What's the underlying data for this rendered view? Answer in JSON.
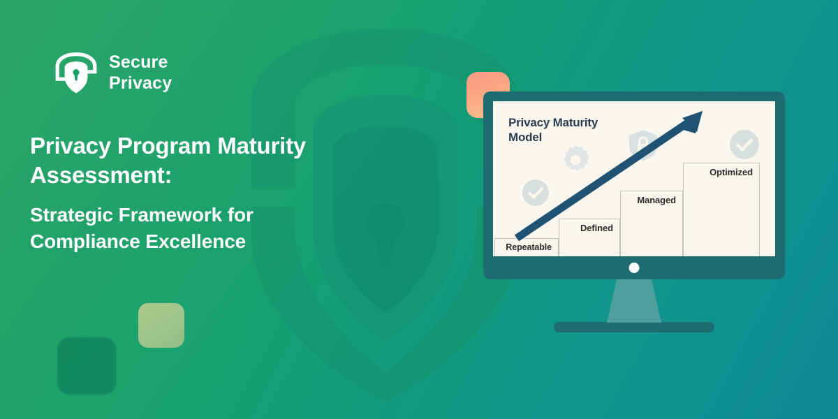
{
  "brand": {
    "logo_icon": "shield-keyhole-icon",
    "name_line1": "Secure",
    "name_line2": "Privacy"
  },
  "headline": {
    "title": "Privacy Program Maturity Assessment:",
    "subtitle": "Strategic Framework for Compliance Excellence"
  },
  "device": {
    "type": "desktop-monitor",
    "webcam_indicator": "camera-dot-icon"
  },
  "screen": {
    "title_line1": "Privacy Maturity",
    "title_line2": "Model",
    "decor_icons": [
      "gear-icon",
      "shield-lock-icon",
      "check-circle-icon",
      "check-circle-icon"
    ],
    "arrow_icon": "upward-growth-arrow-icon"
  },
  "chart_data": {
    "type": "bar",
    "title": "Privacy Maturity Model",
    "categories": [
      "Repeatable",
      "Defined",
      "Managed",
      "Optimized"
    ],
    "values": [
      1,
      2,
      3,
      4
    ],
    "xlabel": "",
    "ylabel": "",
    "ylim": [
      0,
      4
    ],
    "grid": false,
    "legend": "none",
    "annotations": [
      "upward growth arrow"
    ]
  },
  "decor": {
    "watermark": "shield-keyhole-watermark",
    "square_peach": "#fba884",
    "square_olive": "#aac78c",
    "square_dark_green": "#12875e"
  },
  "colors": {
    "bg_start": "#21a05e",
    "bg_end": "#0f8a94",
    "bezel": "#1f6b72",
    "screen_bg": "#fbf7ee",
    "arrow": "#1f5273",
    "text_on_green": "#ffffff",
    "screen_title": "#2b3c4e"
  }
}
